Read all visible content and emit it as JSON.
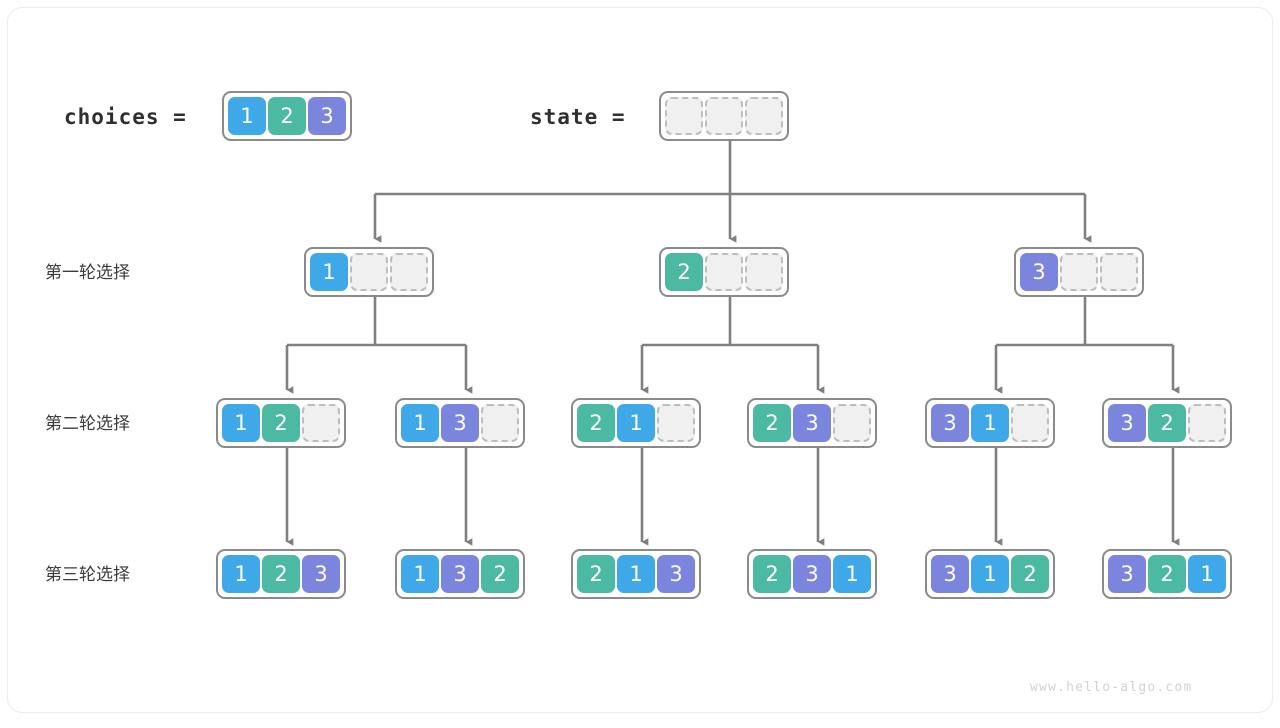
{
  "meta": {
    "watermark": "www.hello-algo.com",
    "colors": {
      "value_1": "#3fa8e8",
      "value_2": "#4cb9a2",
      "value_3": "#7b85de",
      "box_border": "#8a8a8a",
      "empty_cell_fill": "#f0f0f0",
      "empty_cell_border": "#bdbdbd",
      "connector": "#808080",
      "label_text": "#3b3b3b"
    }
  },
  "header": {
    "choices_label": "choices =",
    "choices_values": [
      "1",
      "2",
      "3"
    ],
    "state_label": "state =",
    "state_values": [
      "",
      "",
      ""
    ]
  },
  "rows": [
    {
      "label": "第一轮选择"
    },
    {
      "label": "第二轮选择"
    },
    {
      "label": "第三轮选择"
    }
  ],
  "tree": {
    "root": {
      "values": [
        "",
        "",
        ""
      ]
    },
    "level1": [
      {
        "values": [
          "1",
          "",
          ""
        ]
      },
      {
        "values": [
          "2",
          "",
          ""
        ]
      },
      {
        "values": [
          "3",
          "",
          ""
        ]
      }
    ],
    "level2": [
      {
        "values": [
          "1",
          "2",
          ""
        ]
      },
      {
        "values": [
          "1",
          "3",
          ""
        ]
      },
      {
        "values": [
          "2",
          "1",
          ""
        ]
      },
      {
        "values": [
          "2",
          "3",
          ""
        ]
      },
      {
        "values": [
          "3",
          "1",
          ""
        ]
      },
      {
        "values": [
          "3",
          "2",
          ""
        ]
      }
    ],
    "level3": [
      {
        "values": [
          "1",
          "2",
          "3"
        ]
      },
      {
        "values": [
          "1",
          "3",
          "2"
        ]
      },
      {
        "values": [
          "2",
          "1",
          "3"
        ]
      },
      {
        "values": [
          "2",
          "3",
          "1"
        ]
      },
      {
        "values": [
          "3",
          "1",
          "2"
        ]
      },
      {
        "values": [
          "3",
          "2",
          "1"
        ]
      }
    ]
  }
}
